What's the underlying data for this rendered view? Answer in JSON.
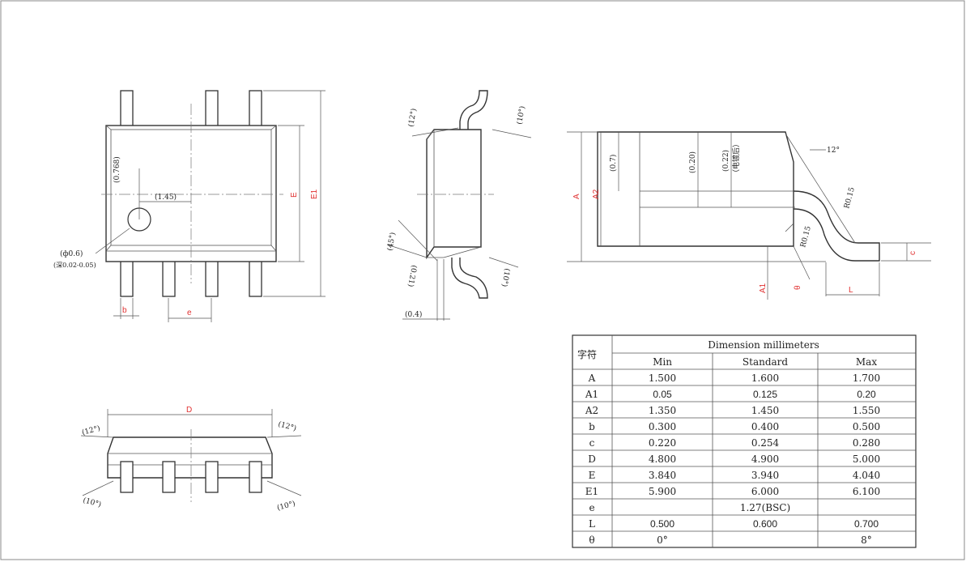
{
  "annotations": {
    "top_view": {
      "d0768": "(0.768)",
      "d145": "(1.45)",
      "phi": "(ф0.6)",
      "depth": "(深0.02-0.05)",
      "label_b": "b",
      "label_e": "e",
      "label_E": "E",
      "label_E1": "E1"
    },
    "end_view": {
      "a12_top": "(12°)",
      "a10_top": "(10°)",
      "a45": "(45°)",
      "d021": "(0.21)",
      "a10_bottom": "(10°)",
      "d04": "(0.4)"
    },
    "side_view": {
      "d07": "(0.7)",
      "d020": "(0.20)",
      "d022": "(0.22)",
      "d022_note": "（电镀后）",
      "a12": "12°",
      "r015_top": "R0.15",
      "r015_bottom": "R0.15",
      "label_A": "A",
      "label_A2": "A2",
      "label_A1": "A1",
      "label_theta": "θ",
      "label_L": "L",
      "label_c": "c"
    },
    "front_view": {
      "label_D": "D",
      "a12_left": "(12°)",
      "a12_right": "(12°)",
      "a10_left": "(10°)",
      "a10_right": "(10°)"
    }
  },
  "table": {
    "symbol_header": "字符",
    "unit_header": "Dimension millimeters",
    "columns": [
      "Min",
      "Standard",
      "Max"
    ],
    "rows": [
      {
        "sym": "A",
        "min": "1.500",
        "std": "1.600",
        "max": "1.700",
        "sans": false
      },
      {
        "sym": "A1",
        "min": "0.05",
        "std": "0.125",
        "max": "0.20",
        "sans": true
      },
      {
        "sym": "A2",
        "min": "1.350",
        "std": "1.450",
        "max": "1.550",
        "sans": false
      },
      {
        "sym": "b",
        "min": "0.300",
        "std": "0.400",
        "max": "0.500",
        "sans": false
      },
      {
        "sym": "c",
        "min": "0.220",
        "std": "0.254",
        "max": "0.280",
        "sans": false
      },
      {
        "sym": "D",
        "min": "4.800",
        "std": "4.900",
        "max": "5.000",
        "sans": false
      },
      {
        "sym": "E",
        "min": "3.840",
        "std": "3.940",
        "max": "4.040",
        "sans": false
      },
      {
        "sym": "E1",
        "min": "5.900",
        "std": "6.000",
        "max": "6.100",
        "sans": false
      },
      {
        "sym": "e",
        "min": "",
        "std": "1.27(BSC)",
        "max": "",
        "sans": false
      },
      {
        "sym": "L",
        "min": "0.500",
        "std": "0.600",
        "max": "0.700",
        "sans": true
      },
      {
        "sym": "θ",
        "min": "0°",
        "std": "",
        "max": "8°",
        "sans": false
      }
    ]
  },
  "colors": {
    "line": "#333333",
    "dimension_label": "#e03030",
    "frame": "#888888"
  }
}
